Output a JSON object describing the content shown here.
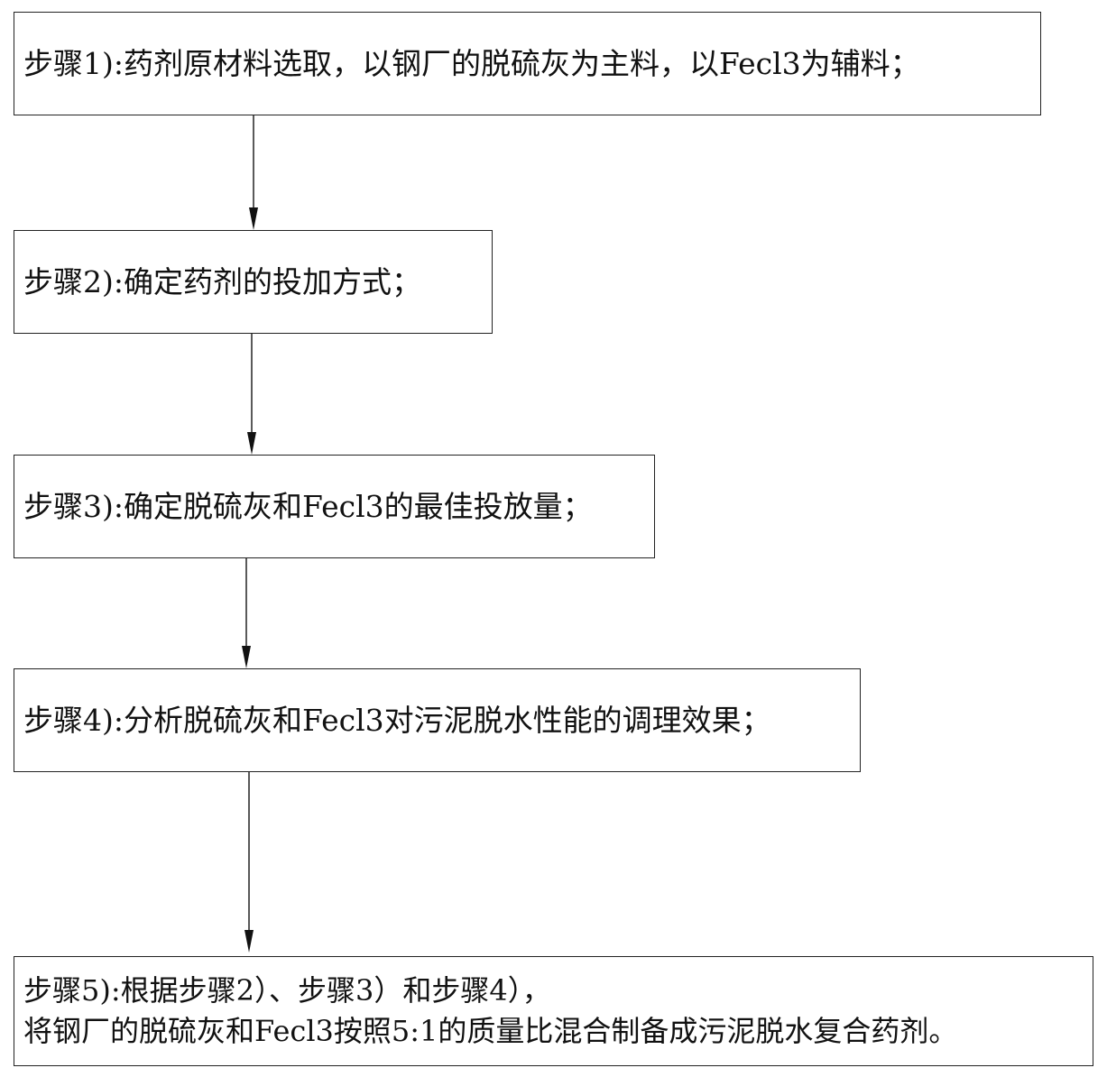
{
  "steps": [
    {
      "text": "步骤1):药剂原材料选取，以钢厂的脱硫灰为主料，以Fecl3为辅料；"
    },
    {
      "text": "步骤2):确定药剂的投加方式；"
    },
    {
      "text": "步骤3):确定脱硫灰和Fecl3的最佳投放量；"
    },
    {
      "text": "步骤4):分析脱硫灰和Fecl3对污泥脱水性能的调理效果；"
    },
    {
      "line1": "步骤5):根据步骤2）、步骤3）和步骤4），",
      "line2": "将钢厂的脱硫灰和Fecl3按照5:1的质量比混合制备成污泥脱水复合药剂。"
    }
  ]
}
